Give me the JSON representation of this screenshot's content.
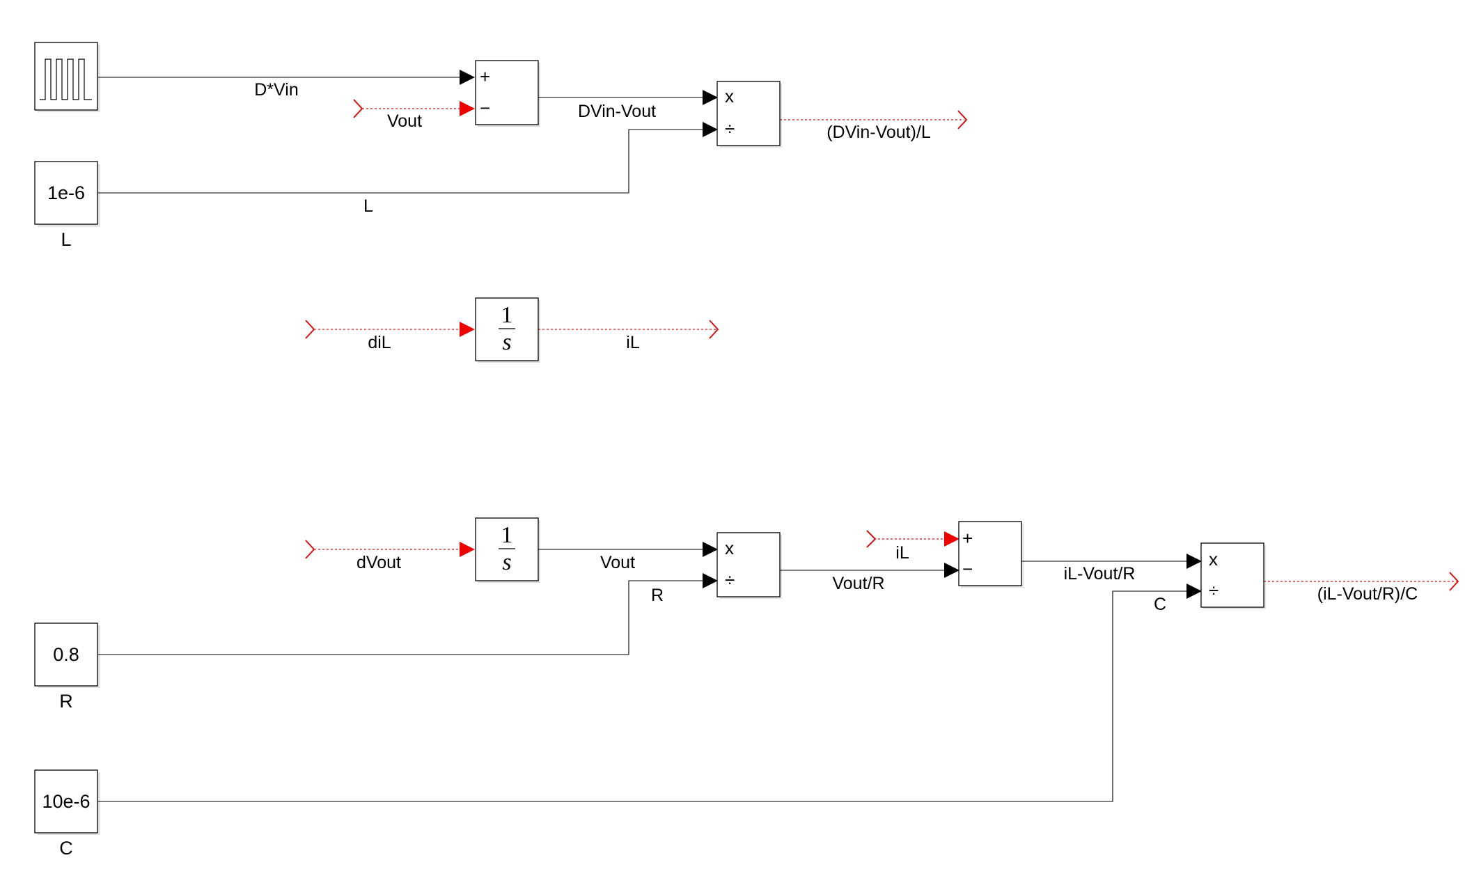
{
  "blocks": {
    "pulse": {
      "type": "pulse-generator"
    },
    "const_L": {
      "value": "1e-6",
      "name": "L"
    },
    "const_R": {
      "value": "0.8",
      "name": "R"
    },
    "const_C": {
      "value": "10e-6",
      "name": "C"
    },
    "sum1": {
      "port1": "+",
      "port2": "−"
    },
    "product1": {
      "port1": "x",
      "port2": "÷"
    },
    "integrator1": {
      "numerator": "1",
      "denominator": "s"
    },
    "integrator2": {
      "numerator": "1",
      "denominator": "s"
    },
    "product2": {
      "port1": "x",
      "port2": "÷"
    },
    "sum2": {
      "port1": "+",
      "port2": "−"
    },
    "product3": {
      "port1": "x",
      "port2": "÷"
    }
  },
  "signals": {
    "dvin": "D*Vin",
    "vout_goto": "Vout",
    "dvin_vout": "DVin-Vout",
    "dvin_vout_over_l": "(DVin-Vout)/L",
    "l": "L",
    "dil": "diL",
    "il_out": "iL",
    "dvout": "dVout",
    "vout": "Vout",
    "r": "R",
    "vout_over_r": "Vout/R",
    "il_in": "iL",
    "il_minus_vout_r": "iL-Vout/R",
    "c": "C",
    "result": "(iL-Vout/R)/C"
  },
  "colors": {
    "line": "#000000",
    "goto_line": "#dd1111",
    "goto_arrow": "#ee0000"
  }
}
